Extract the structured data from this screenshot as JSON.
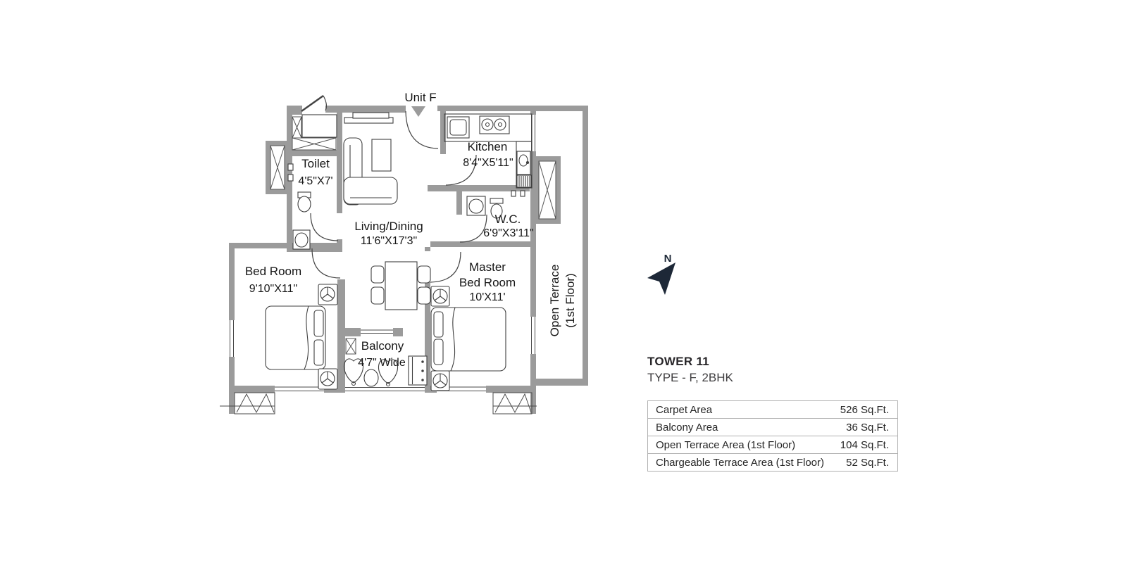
{
  "plan": {
    "unit_label": "Unit F",
    "rooms": {
      "toilet": {
        "name": "Toilet",
        "dims": "4'5\"X7'"
      },
      "kitchen": {
        "name": "Kitchen",
        "dims": "8'4\"X5'11\""
      },
      "living": {
        "name": "Living/Dining",
        "dims": "11'6\"X17'3\""
      },
      "wc": {
        "name": "W.C.",
        "dims": "6'9\"X3'11\""
      },
      "bedroom": {
        "name": "Bed Room",
        "dims": "9'10\"X11\""
      },
      "master": {
        "line1": "Master",
        "line2": "Bed Room",
        "dims": "10'X11'"
      },
      "balcony": {
        "name": "Balcony",
        "dims": "4'7\" Wide"
      },
      "terrace": {
        "line1": "Open Terrace",
        "line2": "(1st Floor)"
      }
    }
  },
  "compass": {
    "north_label": "N"
  },
  "info": {
    "tower": "TOWER 11",
    "unit_type": "TYPE - F, 2BHK"
  },
  "area_table": {
    "rows": [
      {
        "label": "Carpet Area",
        "value": "526 Sq.Ft."
      },
      {
        "label": "Balcony Area",
        "value": "36 Sq.Ft."
      },
      {
        "label": "Open Terrace Area (1st Floor)",
        "value": "104 Sq.Ft."
      },
      {
        "label": "Chargeable Terrace Area (1st Floor)",
        "value": "52 Sq.Ft."
      }
    ]
  },
  "colors": {
    "wall": "#9b9b9b",
    "line": "#3f3f3f",
    "text": "#161616",
    "accent": "#1d2837",
    "table_border": "#b0b0b0"
  }
}
